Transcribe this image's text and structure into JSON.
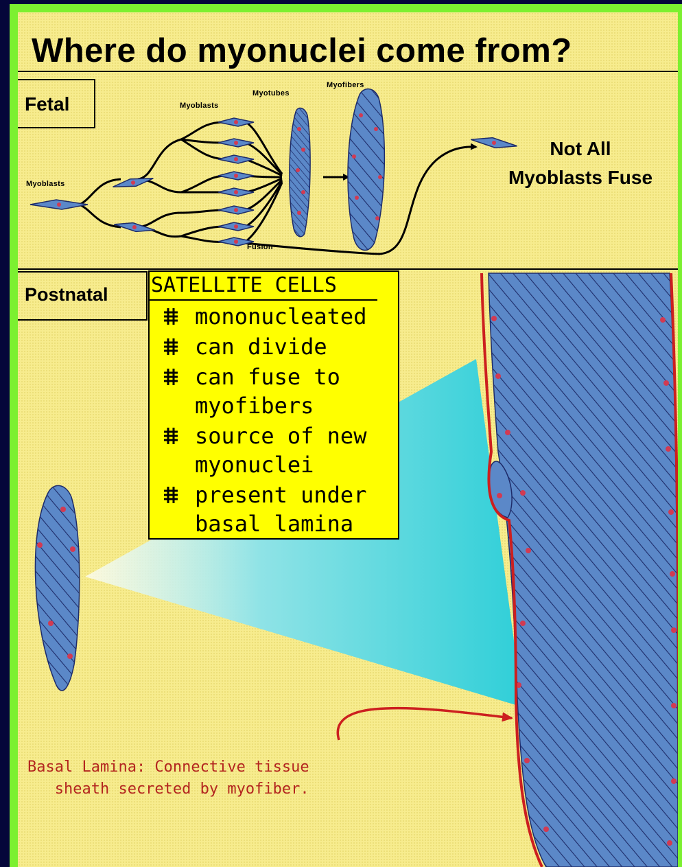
{
  "title": "Where do myonuclei come from?",
  "sections": {
    "fetal": "Fetal",
    "postnatal": "Postnatal"
  },
  "fetal_labels": {
    "myoblasts_left": "Myoblasts",
    "myoblasts_mid": "Myoblasts",
    "myotubes": "Myotubes",
    "myofibers": "Myofibers",
    "fusion": "Fusion"
  },
  "note": {
    "line1": "Not All",
    "line2": "Myoblasts Fuse"
  },
  "satellite_cells": {
    "header": "SATELLITE CELLS",
    "items": [
      "mononucleated",
      "can divide",
      "can fuse to\nmyofibers",
      "source of new\nmyonuclei",
      "present under\nbasal lamina"
    ]
  },
  "basal_lamina_caption": {
    "line1": "Basal Lamina: Connective tissue",
    "line2": "   sheath secreted by myofiber."
  },
  "colors": {
    "background": "#05063a",
    "border": "#7cf030",
    "panel": "#f7ec8e",
    "cell_fill": "#5b88c8",
    "nucleus": "#d23a52",
    "callout": "#ffff00",
    "zoom_cone": "#3fd0d8",
    "basal_lamina": "#cc1f1f"
  }
}
